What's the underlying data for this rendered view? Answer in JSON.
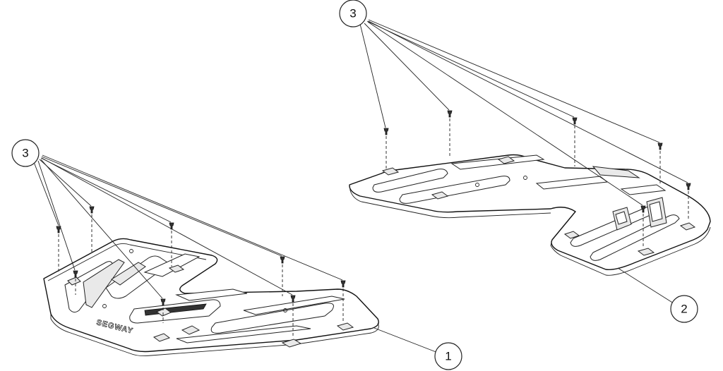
{
  "callouts": {
    "c1": "1",
    "c2": "2",
    "c3_left": "3",
    "c3_right": "3"
  },
  "plate_marking": "SEGWAY"
}
